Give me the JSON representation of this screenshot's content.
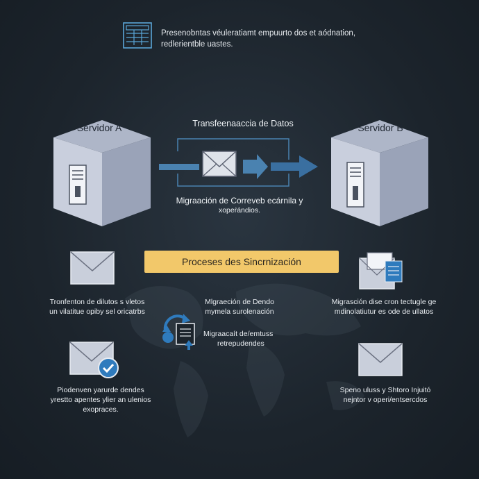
{
  "header": {
    "line1": "Presenobntas véuleratiamt empuurto dos et aódnation,",
    "line2": "redlerientble uastes."
  },
  "servers": {
    "a_label": "Servidor A",
    "b_label": "Servidor B"
  },
  "transfer": {
    "title": "Transfeenaaccia de Datos",
    "subtitle_line1": "Migraación de Correveb ecárnila y",
    "subtitle_line2": "xopeṙándios."
  },
  "banner": {
    "label": "Proceses des Sincrnización"
  },
  "captions": {
    "top_left_line1": "Tronfenton de dilutos s vletos",
    "top_left_line2": "un vilatitue opiby sel oricatrbs",
    "top_center_line1": "Mlgraeción de Dendo",
    "top_center_line2": "mymela surolenación",
    "top_right_line1": "Migrasción dise cron tectugle ge",
    "top_right_line2": "mdinolatiutur es ode de ullatos",
    "middle_line1": "Migraacaít de/emtuss",
    "middle_line2": "retrepudendes",
    "bottom_left_line1": "Piodenven yarurde dendes",
    "bottom_left_line2": "yrestto apentes ylier an ulenios",
    "bottom_left_line3": "exopraces.",
    "bottom_right_line1": "Speno uluss y Shtoro Injuitó",
    "bottom_right_line2": "nejntor v operi/entsercdos"
  },
  "colors": {
    "background": "#1c242c",
    "banner": "#f2c86a",
    "arrow": "#4a82b0",
    "server_front": "#c8cede",
    "accent_blue": "#2f7bbd"
  },
  "icons": [
    "server-rack-icon",
    "envelope-icon",
    "arrow-right-icon",
    "checkmark-icon",
    "document-icon",
    "sync-icon"
  ]
}
